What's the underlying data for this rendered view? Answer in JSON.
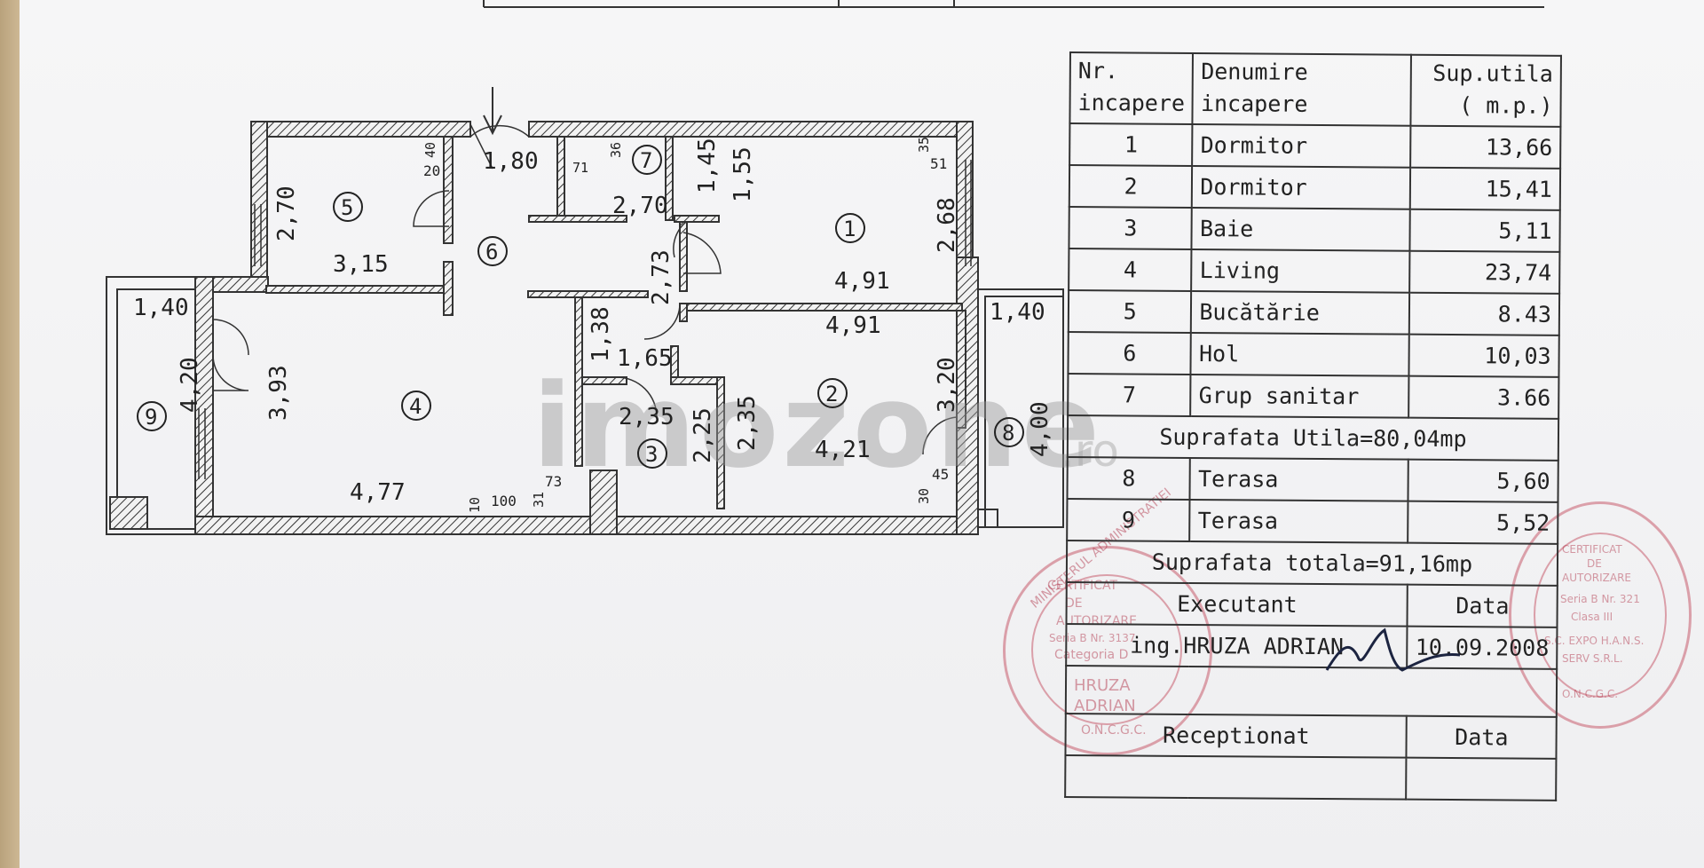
{
  "table": {
    "header": {
      "nr": "Nr.\nincapere",
      "name": "Denumire\nincapere",
      "area": "Sup.utila\n( m.p.)"
    },
    "rooms": [
      {
        "nr": "1",
        "name": "Dormitor",
        "area": "13,66"
      },
      {
        "nr": "2",
        "name": "Dormitor",
        "area": "15,41"
      },
      {
        "nr": "3",
        "name": "Baie",
        "area": "5,11"
      },
      {
        "nr": "4",
        "name": "Living",
        "area": "23,74"
      },
      {
        "nr": "5",
        "name": "Bucătărie",
        "area": "8.43"
      },
      {
        "nr": "6",
        "name": "Hol",
        "area": "10,03"
      },
      {
        "nr": "7",
        "name": "Grup sanitar",
        "area": "3.66"
      }
    ],
    "useful_total": "Suprafata Utila=80,04mp",
    "terraces": [
      {
        "nr": "8",
        "name": "Terasa",
        "area": "5,60"
      },
      {
        "nr": "9",
        "name": "Terasa",
        "area": "5,52"
      }
    ],
    "grand_total": "Suprafata totala=91,16mp",
    "executant_label": "Executant",
    "executant_date_label": "Data",
    "executant_name": "ing.HRUZA ADRIAN",
    "executant_date": "10.09.2008",
    "receptionat_label": "Receptionat",
    "receptionat_date_label": "Data"
  },
  "plan": {
    "rooms": [
      "1",
      "2",
      "3",
      "4",
      "5",
      "6",
      "7",
      "8",
      "9"
    ],
    "dims": {
      "d_1_80": "1,80",
      "d_2_70": "2,70",
      "d_3_15": "3,15",
      "d_40": "40",
      "d_20": "20",
      "d_71": "71",
      "d_36": "36",
      "d_1_45": "1,45",
      "d_1_55": "1,55",
      "d_2_70b": "2,70",
      "d_35": "35",
      "d_51": "51",
      "d_2_68": "2,68",
      "d_4_91a": "4,91",
      "d_4_91b": "4,91",
      "d_2_73": "2,73",
      "d_1_40a": "1,40",
      "d_1_40b": "1,40",
      "d_4_20": "4,20",
      "d_3_93": "3,93",
      "d_1_38": "1,38",
      "d_1_65": "1,65",
      "d_2_35a": "2,35",
      "d_2_25": "2,25",
      "d_2_35b": "2,35",
      "d_4_21": "4,21",
      "d_3_20": "3,20",
      "d_4_00": "4,00",
      "d_4_77": "4,77",
      "d_10": "10",
      "d_100": "100",
      "d_31": "31",
      "d_73": "73",
      "d_30": "30",
      "d_45": "45"
    },
    "watermark": "imozone",
    "watermark_suffix": ".ro"
  },
  "stamps": {
    "left": {
      "lines": [
        "CERTIFICAT",
        "DE",
        "AUTORIZARE",
        "Seria B Nr. 3137",
        "Categoria D",
        "HRUZA",
        "ADRIAN",
        "O.N.C.G.C."
      ],
      "ring": "MINISTERUL ADMINISTRATIEI"
    },
    "right": {
      "lines": [
        "CERTIFICAT",
        "DE",
        "AUTORIZARE",
        "Seria B Nr. 321",
        "Clasa III",
        "S.C. EXPO H.A.N.S.",
        "SERV S.R.L.",
        "O.N.C.G.C."
      ]
    }
  },
  "colors": {
    "ink": "#222222",
    "stamp": "#b43c50",
    "paper": "#f4f4f5",
    "wood": "#c2a882"
  }
}
